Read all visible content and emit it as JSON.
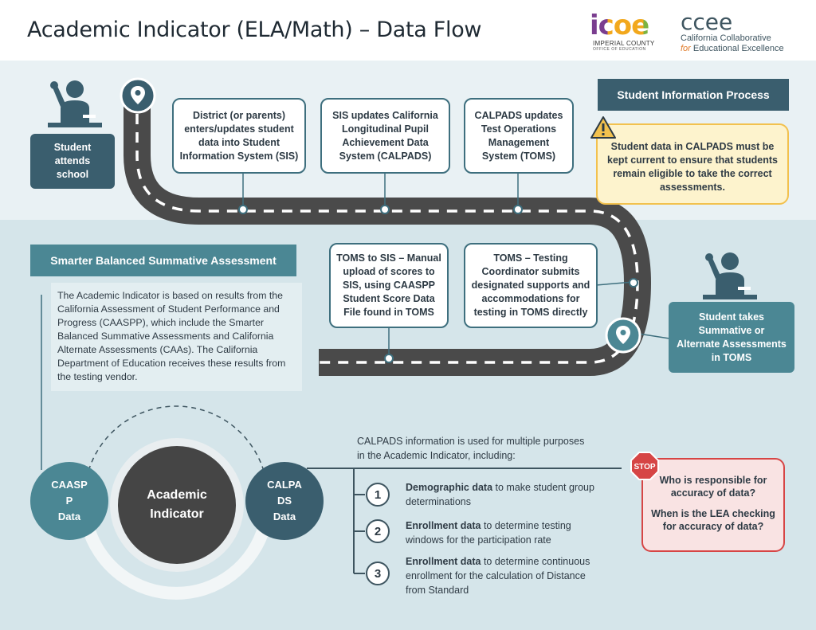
{
  "title": "Academic Indicator (ELA/Math) – Data Flow",
  "logos": {
    "icoe_letters": "icoe",
    "icoe_line1": "IMPERIAL COUNTY",
    "icoe_line2": "OFFICE OF EDUCATION",
    "ccee_letters": "ccee",
    "ccee_line1": "California Collaborative",
    "ccee_for": "for",
    "ccee_line2": "Educational Excellence"
  },
  "student_attends": "Student attends school",
  "steps": {
    "district": "District (or parents) enters/updates student data into Student Information System (SIS)",
    "sis_updates": "SIS updates California Longitudinal Pupil Achievement Data System (CALPADS)",
    "calpads_updates": "CALPADS updates Test Operations Management System (TOMS)",
    "toms_to_sis": "TOMS to SIS – Manual upload of scores to SIS, using CAASPP Student Score Data File found in TOMS",
    "toms_testing": "TOMS – Testing Coordinator submits designated supports and accommodations for testing in TOMS directly"
  },
  "student_takes": "Student takes Summative or Alternate Assessments in TOMS",
  "student_info_process": {
    "header": "Student Information Process",
    "note": "Student data in CALPADS must be kept current to ensure that students remain eligible to take the correct assessments."
  },
  "sbsa": {
    "header": "Smarter Balanced Summative Assessment",
    "body": "The Academic Indicator is based on results from the California Assessment of Student Performance and Progress (CAASPP), which include the Smarter Balanced Summative Assessments and California Alternate Assessments (CAAs). The California Department of Education receives these results from the testing vendor."
  },
  "circles": {
    "caaspp": [
      "CAASP",
      "P",
      "Data"
    ],
    "academic": [
      "Academic",
      "Indicator"
    ],
    "calpads": [
      "CALPA",
      "DS",
      "Data"
    ]
  },
  "calpads_info": {
    "intro": "CALPADS information is used for multiple purposes in the Academic Indicator, including:",
    "items": [
      {
        "num": "1",
        "bold": "Demographic data",
        "rest": " to make student group determinations"
      },
      {
        "num": "2",
        "bold": "Enrollment data",
        "rest": " to determine testing windows for the participation rate"
      },
      {
        "num": "3",
        "bold": "Enrollment data",
        "rest": " to determine continuous enrollment for the calculation of Distance from Standard"
      }
    ]
  },
  "stop_box": {
    "sign": "STOP",
    "q1": "Who is responsible for accuracy of data?",
    "q2": "When is the LEA checking for accuracy of data?"
  },
  "colors": {
    "dark_teal": "#3a5e6e",
    "teal": "#4b8794",
    "road": "#4a4a4a",
    "warning_bg": "#fdf3cd",
    "warning_border": "#f2c14e",
    "stop_bg": "#f9e3e3",
    "stop_border": "#d64545"
  }
}
